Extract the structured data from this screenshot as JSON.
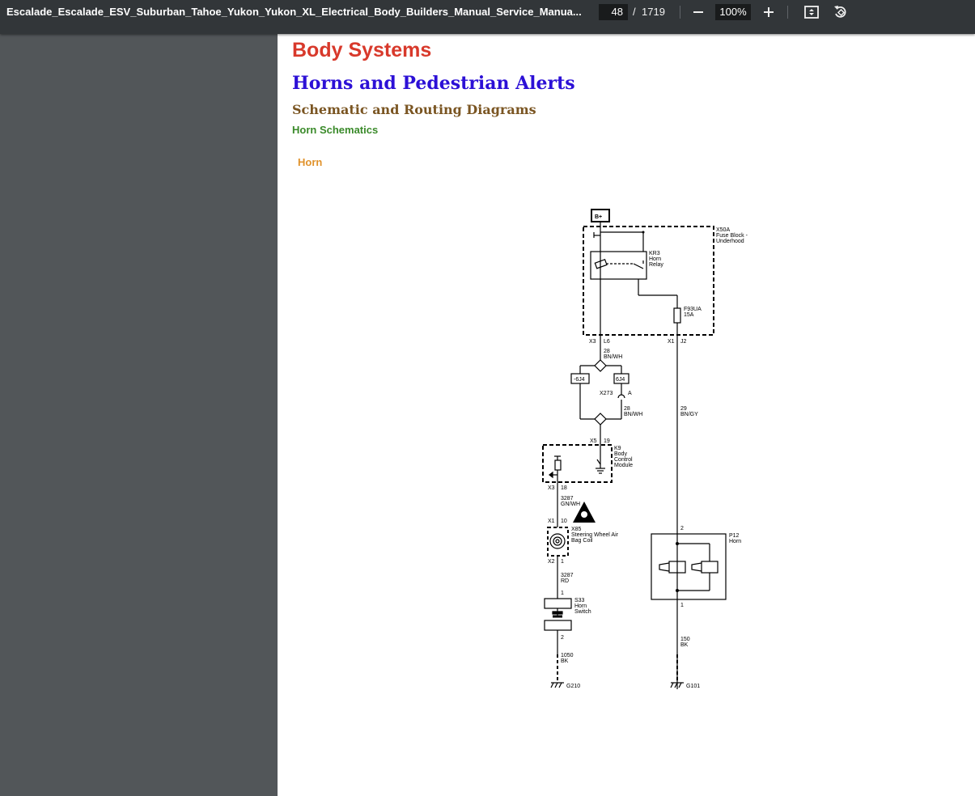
{
  "toolbar": {
    "title": "Escalade_Escalade_ESV_Suburban_Tahoe_Yukon_Yukon_XL_Electrical_Body_Builders_Manual_Service_Manua...",
    "page_current": "48",
    "page_sep": "/",
    "page_total": "1719",
    "zoom": "100%"
  },
  "page": {
    "section": "Body Systems",
    "subsection": "Horns and Pedestrian Alerts",
    "subsubsection": "Schematic and Routing Diagrams",
    "heading": "Horn Schematics",
    "figure_title": "Horn"
  },
  "schematic": {
    "bplus": "B+",
    "x50a": [
      "X50A",
      "Fuse Block -",
      "Underhood"
    ],
    "kr3": [
      "KR3",
      "Horn",
      "Relay"
    ],
    "fuse": [
      "F93UA",
      "15A"
    ],
    "x3_l6": [
      "X3",
      "L6"
    ],
    "x1_j2": [
      "X1",
      "J2"
    ],
    "wire_28_bnwh_a": [
      "28",
      "BN/WH"
    ],
    "splice_left": "-6J4",
    "splice_right": "6J4",
    "x273": [
      "X273",
      "A"
    ],
    "wire_28_bnwh_b": [
      "28",
      "BN/WH"
    ],
    "wire_29_bngy": [
      "29",
      "BN/GY"
    ],
    "x5_19": [
      "X5",
      "19"
    ],
    "k9": [
      "K9",
      "Body",
      "Control",
      "Module"
    ],
    "x3_18": [
      "X3",
      "18"
    ],
    "wire_3287_gnwh": [
      "3287",
      "GN/WH"
    ],
    "x1_10": [
      "X1",
      "10"
    ],
    "x85": [
      "X85",
      "Steering Wheel Air",
      "Bag Coil"
    ],
    "x2_1": [
      "X2",
      "1"
    ],
    "wire_3287_rd": [
      "3287",
      "RD"
    ],
    "s33": [
      "S33",
      "Horn",
      "Switch"
    ],
    "s33_pin1": "1",
    "s33_pin2": "2",
    "wire_1050_bk": [
      "1050",
      "BK"
    ],
    "g210": "G210",
    "p12": [
      "P12",
      "Horn"
    ],
    "p12_pin2": "2",
    "p12_pin1": "1",
    "wire_150_bk": [
      "150",
      "BK"
    ],
    "g101": "G101"
  }
}
